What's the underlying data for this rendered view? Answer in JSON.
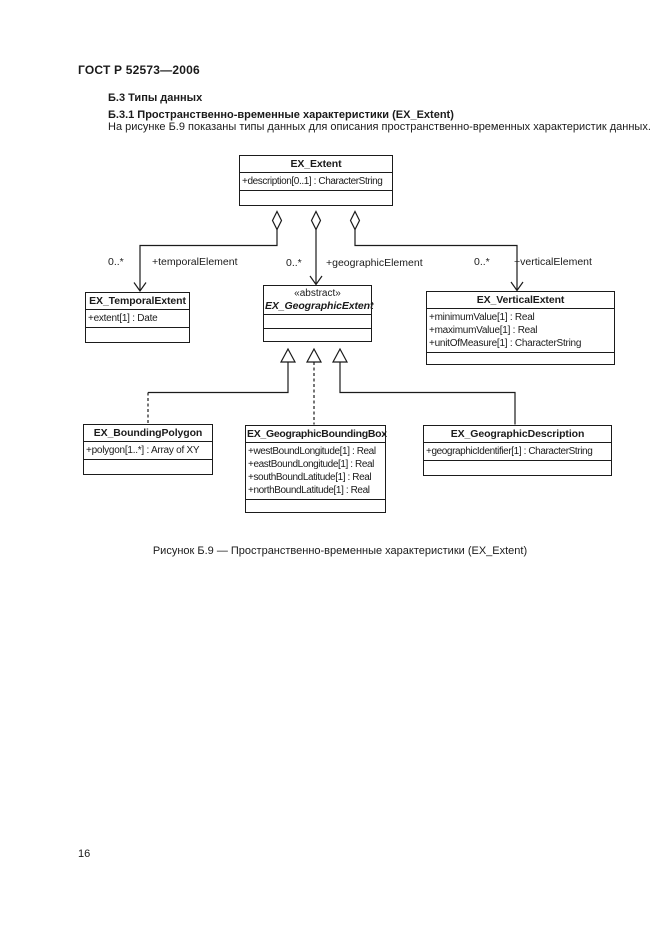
{
  "page": {
    "header": "ГОСТ Р 52573—2006",
    "section_heading": "Б.3 Типы данных",
    "subsection_heading": "Б.3.1 Пространственно-временные характеристики (EX_Extent)",
    "intro_text": "На рисунке Б.9 показаны типы данных для описания пространственно-временных характеристик данных.",
    "figure_caption": "Рисунок Б.9 — Пространственно-временные характеристики (EX_Extent)",
    "page_number": "16"
  },
  "diagram": {
    "line_color": "#1b1b1b",
    "classes": [
      {
        "name": "EX_Extent",
        "attributes": [
          "+description[0..1] : CharacterString"
        ]
      },
      {
        "name": "EX_TemporalExtent",
        "attributes": [
          "+extent[1] : Date"
        ]
      },
      {
        "stereotype": "«abstract»",
        "name": "EX_GeographicExtent",
        "attributes": []
      },
      {
        "name": "EX_VerticalExtent",
        "attributes": [
          "+minimumValue[1] : Real",
          "+maximumValue[1] : Real",
          "+unitOfMeasure[1] : CharacterString"
        ]
      },
      {
        "name": "EX_BoundingPolygon",
        "attributes": [
          "+polygon[1..*] : Array of XY"
        ]
      },
      {
        "name": "EX_GeographicBoundingBox",
        "attributes": [
          "+westBoundLongitude[1] : Real",
          "+eastBoundLongitude[1] : Real",
          "+southBoundLatitude[1] : Real",
          "+northBoundLatitude[1] : Real"
        ]
      },
      {
        "name": "EX_GeographicDescription",
        "attributes": [
          "+geographicIdentifier[1] : CharacterString"
        ]
      }
    ],
    "associations": [
      {
        "multiplicity": "0..*",
        "role": "+temporalElement"
      },
      {
        "multiplicity": "0..*",
        "role": "+geographicElement"
      },
      {
        "multiplicity": "0..*",
        "role": "+verticalElement"
      }
    ]
  }
}
